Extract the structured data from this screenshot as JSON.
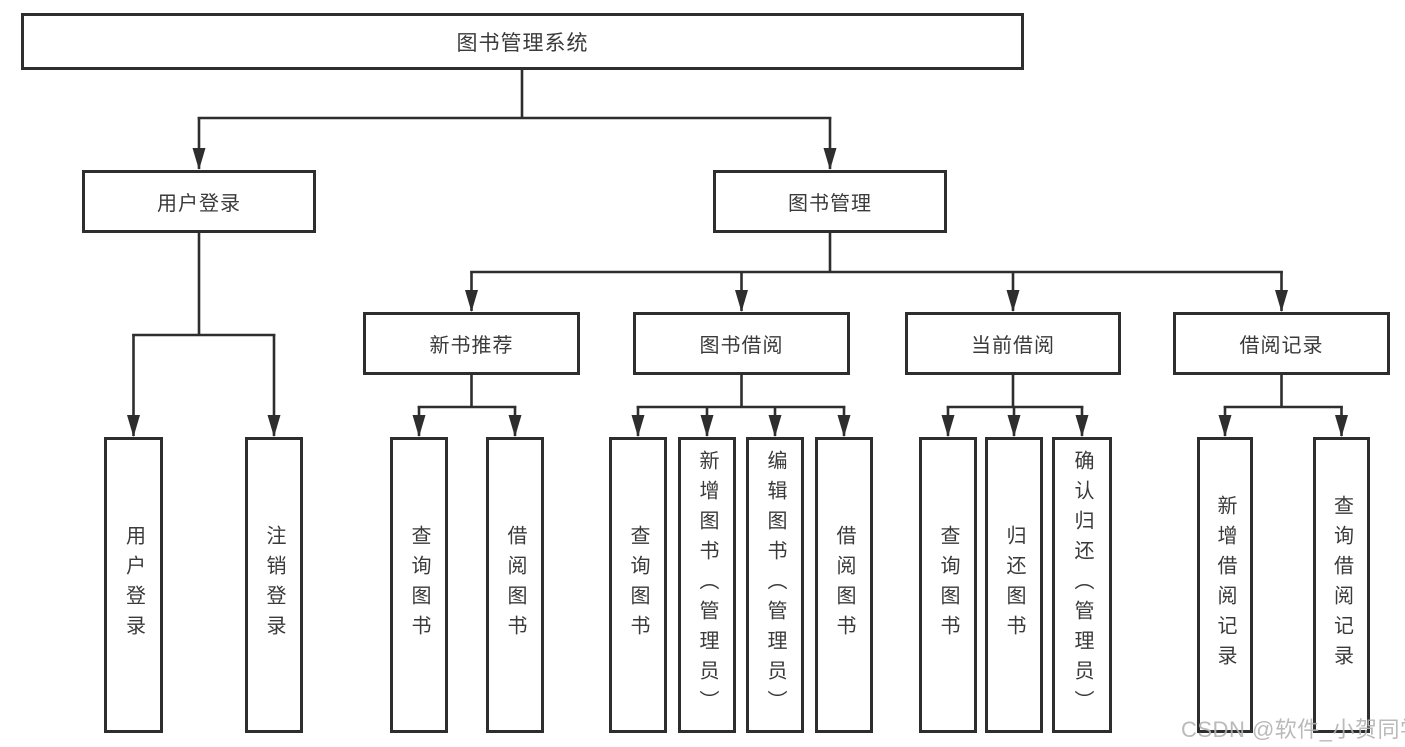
{
  "diagram": {
    "root": {
      "label": "图书管理系统"
    },
    "level2": [
      {
        "label": "用户登录"
      },
      {
        "label": "图书管理"
      }
    ],
    "level3": [
      {
        "label": "新书推荐"
      },
      {
        "label": "图书借阅"
      },
      {
        "label": "当前借阅"
      },
      {
        "label": "借阅记录"
      }
    ],
    "leaves": [
      {
        "group": "user-login",
        "label": "用户登录"
      },
      {
        "group": "user-login",
        "label": "注销登录"
      },
      {
        "group": "new-book-recommend",
        "label": "查询图书"
      },
      {
        "group": "new-book-recommend",
        "label": "借阅图书"
      },
      {
        "group": "book-borrow",
        "label": "查询图书"
      },
      {
        "group": "book-borrow",
        "label": "新增图书（管理员）"
      },
      {
        "group": "book-borrow",
        "label": "编辑图书（管理员）"
      },
      {
        "group": "book-borrow",
        "label": "借阅图书"
      },
      {
        "group": "current-borrow",
        "label": "查询图书"
      },
      {
        "group": "current-borrow",
        "label": "归还图书"
      },
      {
        "group": "current-borrow",
        "label": "确认归还（管理员）"
      },
      {
        "group": "borrow-records",
        "label": "新增借阅记录"
      },
      {
        "group": "borrow-records",
        "label": "查询借阅记录"
      }
    ]
  },
  "watermark": {
    "text": "CSDN @软件_小贺同学"
  },
  "colors": {
    "line": "#2e2e2e",
    "box_border": "#2e2e2e",
    "text": "#3a3a3a",
    "watermark": "#b3b3b3",
    "background": "#ffffff"
  }
}
